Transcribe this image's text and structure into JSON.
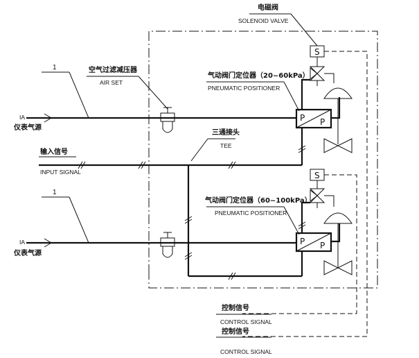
{
  "labels": {
    "solenoid_cn": "电磁阀",
    "solenoid_en": "SOLENOID VALVE",
    "airset_cn": "空气过滤减压器",
    "airset_en": "AIR SET",
    "positioner_top_cn": "气动阀门定位器（20~60kPa）",
    "positioner_top_en": "PNEUMATIC POSITIONER",
    "tee_cn": "三通接头",
    "tee_en": "TEE",
    "input_cn": "输入信号",
    "input_en": "INPUT SIGNAL",
    "positioner_bot_cn": "气动阀门定位器（60~100kPa）",
    "positioner_bot_en": "PNEUMATIC POSITIONER",
    "ia_top": "IA",
    "ia_top_cn": "仪表气源",
    "ia_bot": "IA",
    "ia_bot_cn": "仪表气源",
    "line_no_top": "1",
    "line_no_bot": "1",
    "control1_cn": "控制信号",
    "control1_en": "CONTROL SIGNAL",
    "control2_cn": "控制信号",
    "control2_en": "CONTROL SIGNAL",
    "s_top": "S",
    "s_bot": "S",
    "p_top_left": "P",
    "p_top_right": "P",
    "p_bot_left": "P",
    "p_bot_right": "P"
  }
}
